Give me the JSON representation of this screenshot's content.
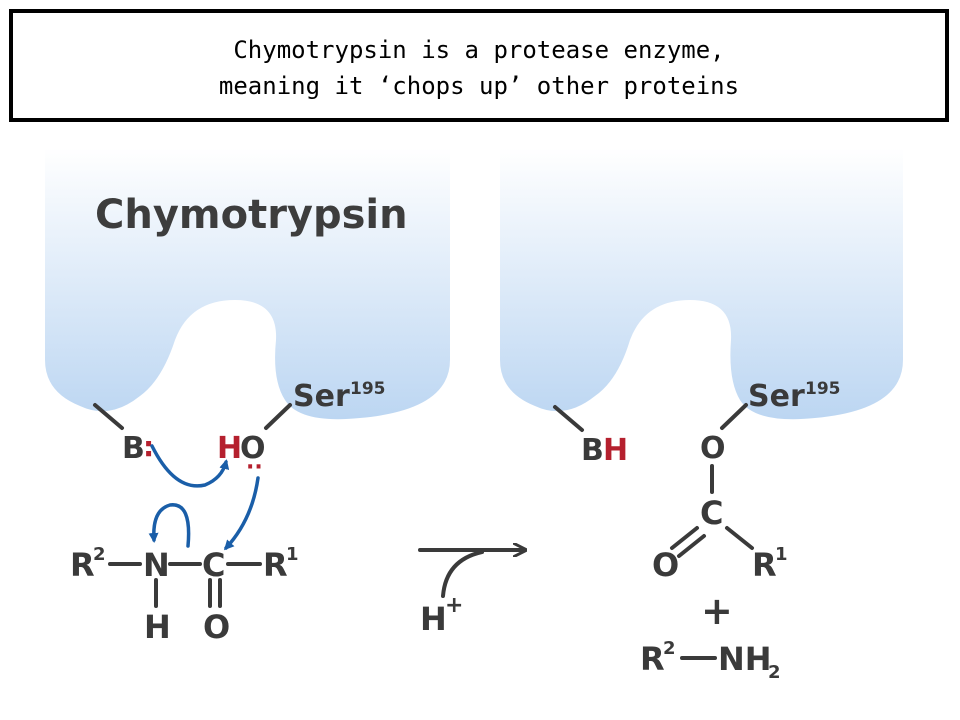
{
  "caption": {
    "line1": "Chymotrypsin is a protease enzyme,",
    "line2": "meaning it ‘chops up’ other proteins"
  },
  "left": {
    "enzyme_name": "Chymotrypsin",
    "ser_label": "Ser",
    "ser_sup": "195",
    "base_label": "B",
    "base_dots": ":",
    "hydroxyl_h": "H",
    "hydroxyl_o": "O",
    "o_lonepair": "··",
    "r2": "R",
    "r2_sup": "2",
    "n": "N",
    "c": "C",
    "r1": "R",
    "r1_sup": "1",
    "nh_h": "H",
    "carbonyl_o": "O"
  },
  "middle": {
    "h_plus": "H",
    "h_plus_sup": "+"
  },
  "right": {
    "ser_label": "Ser",
    "ser_sup": "195",
    "bh_b": "B",
    "bh_h": "H",
    "ester_o": "O",
    "c": "C",
    "carbonyl_o": "O",
    "r1": "R",
    "r1_sup": "1",
    "plus": "+",
    "r2": "R",
    "r2_sup": "2",
    "nh": "NH",
    "nh_sub": "2"
  },
  "colors": {
    "enzyme_top": "#ffffff",
    "enzyme_bottom": "#bcd6f2",
    "arrow_blue": "#1a5ea8",
    "hydrogen_red": "#b5202e",
    "text": "#3a3a3a"
  }
}
